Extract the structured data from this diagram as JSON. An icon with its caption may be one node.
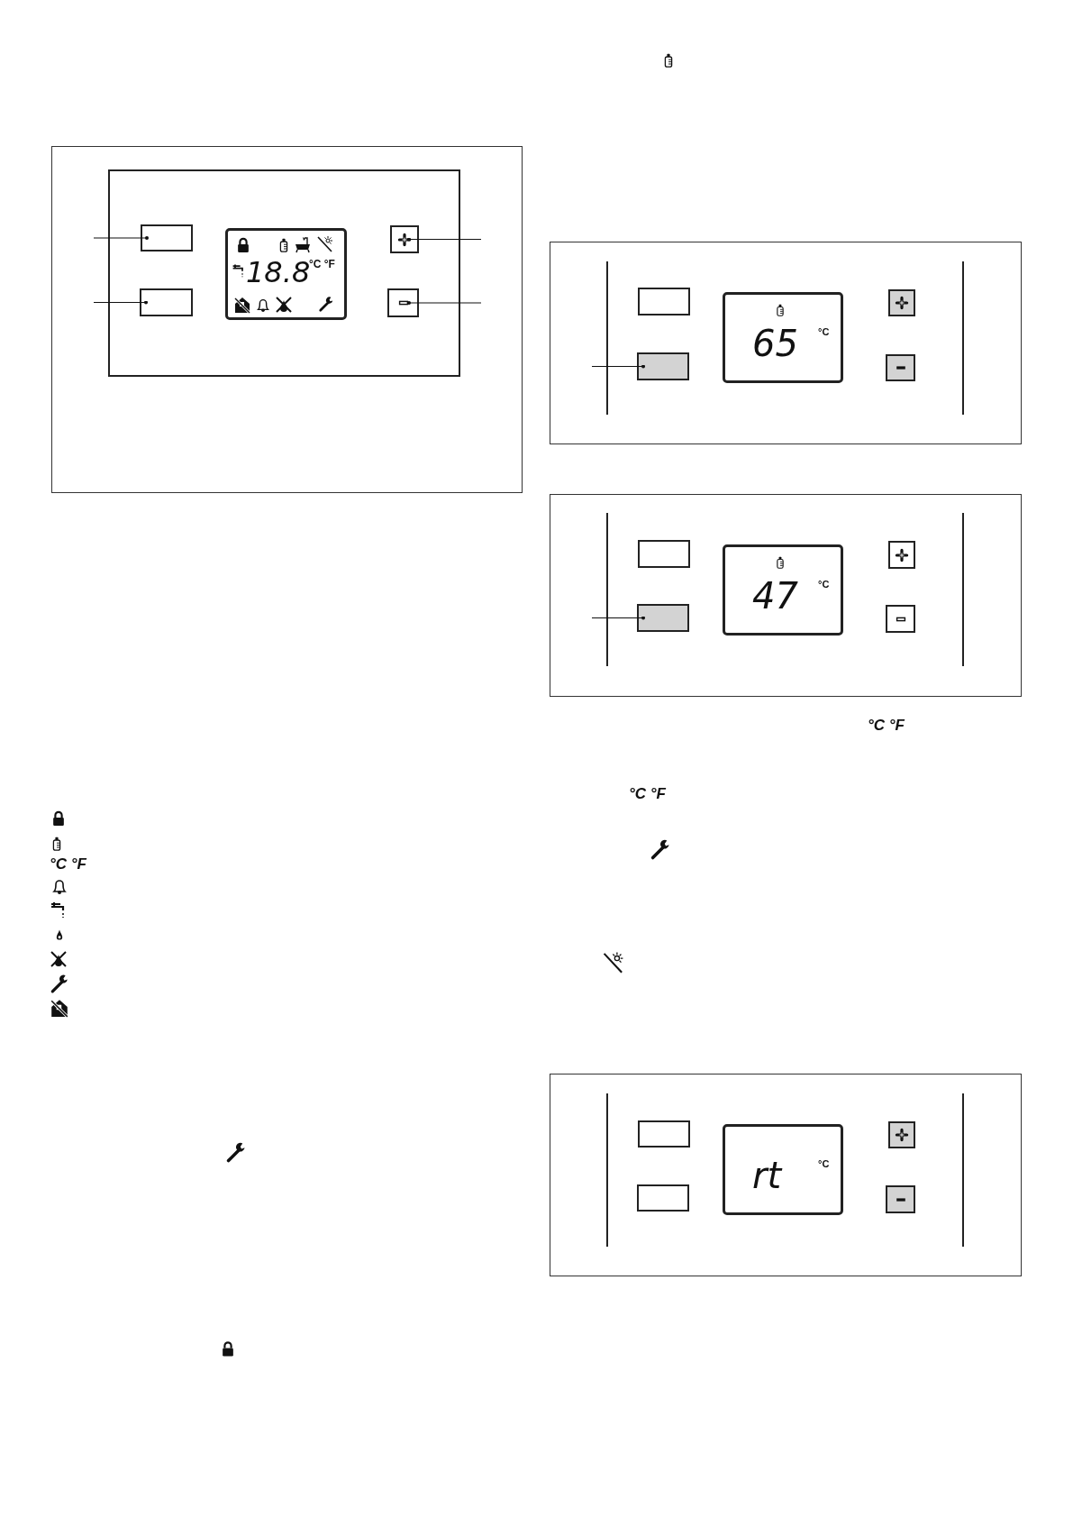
{
  "diagram": {
    "nodes": [
      {
        "text": [],
        "shape": "box"
      },
      {
        "text": [
          "18.8",
          "°C °F"
        ]
      },
      {
        "text": [],
        "shape": "box"
      },
      {
        "text": [],
        "shape": "box"
      },
      {
        "text": [],
        "shape": "box"
      },
      {
        "text": [],
        "shape": "box"
      },
      {
        "text": [
          "65",
          "°C"
        ]
      },
      {
        "text": [],
        "shape": "box"
      },
      {
        "text": [],
        "shape": "box"
      },
      {
        "text": [],
        "shape": "box"
      },
      {
        "text": [],
        "shape": "box"
      },
      {
        "text": [
          "47",
          "°C"
        ]
      },
      {
        "text": [],
        "shape": "box"
      },
      {
        "text": [],
        "shape": "box"
      },
      {
        "text": [],
        "shape": "box"
      },
      {
        "text": [],
        "shape": "box"
      },
      {
        "text": [
          "rt",
          "°C"
        ]
      },
      {
        "text": [],
        "shape": "box"
      },
      {
        "text": [],
        "shape": "box"
      },
      {
        "text": [],
        "shape": "box"
      }
    ],
    "edges": [
      {
        "from": null,
        "to": 0,
        "arrow": "other"
      },
      {
        "from": null,
        "to": 3,
        "arrow": "other"
      },
      {
        "from": null,
        "to": 2,
        "arrow": "other"
      },
      {
        "from": null,
        "to": 4,
        "arrow": "other"
      },
      {
        "from": null,
        "to": 8,
        "arrow": "other"
      },
      {
        "from": null,
        "to": 13,
        "arrow": "other"
      }
    ],
    "labels": [
      "°C °F",
      "°C °F",
      "°C °F"
    ]
  }
}
